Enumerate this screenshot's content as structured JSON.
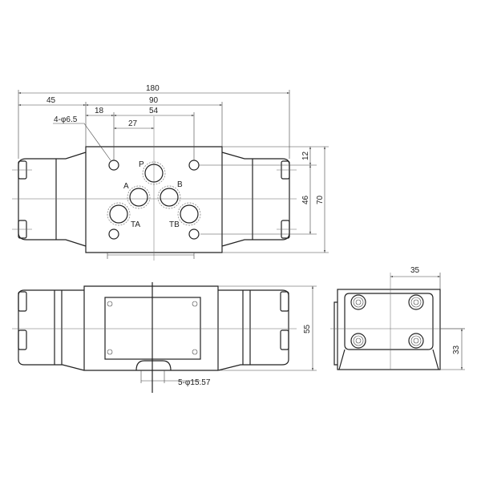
{
  "top_view": {
    "dims": {
      "overall_length": "180",
      "end_offset": "45",
      "body_length": "90",
      "hole_offset": "18",
      "hole_pitch": "54",
      "port_offset": "27",
      "top_offset": "12",
      "hole_span": "46",
      "body_width": "70"
    },
    "hole_callout": "4-φ6.5",
    "ports": {
      "p": "P",
      "a": "A",
      "b": "B",
      "ta": "TA",
      "tb": "TB"
    }
  },
  "front_view": {
    "height_dim": "55",
    "port_callout": "5-φ15.57"
  },
  "side_view": {
    "width_dim": "35",
    "height_dim": "33"
  }
}
